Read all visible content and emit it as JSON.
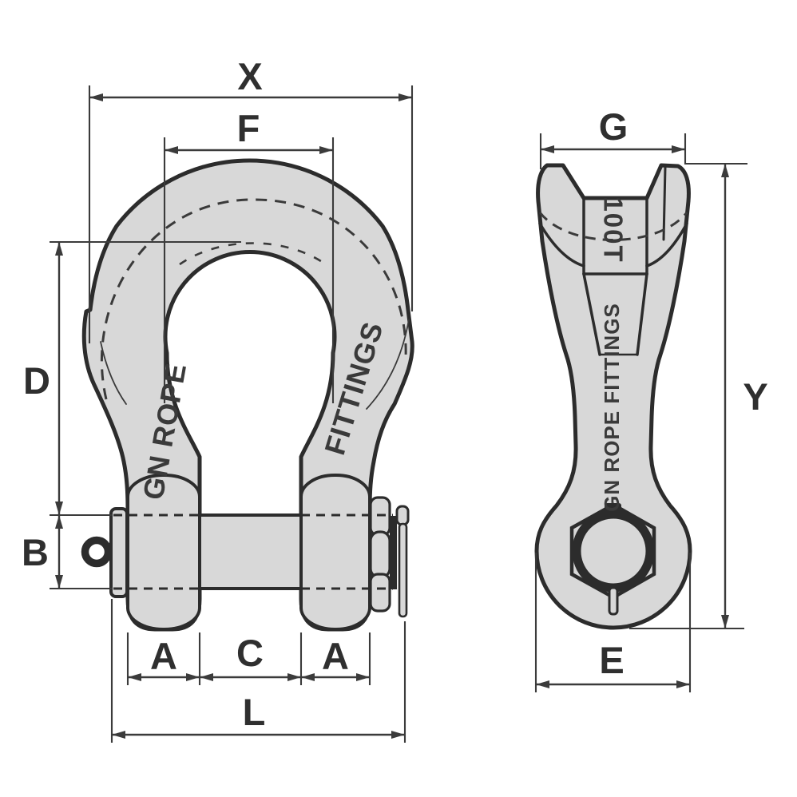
{
  "drawing": {
    "type": "technical dimensional drawing of a bow shackle (safety pin anchor shackle), front view and side view",
    "colors": {
      "background": "#ffffff",
      "body_fill": "#d8d8d8",
      "outline": "#2c2c2c",
      "dimension_lines": "#3b3b3b",
      "label_text": "#2f2f2f"
    },
    "front_view": {
      "dims": {
        "outer_width": "X",
        "inner_width": "F",
        "inner_length": "D",
        "pin_diameter": "B",
        "leg_width_left": "A",
        "jaw_opening": "C",
        "leg_width_right": "A",
        "overall_pin_length": "L"
      },
      "markings": {
        "left_leg": "GN ROPE",
        "right_leg": "FITTINGS"
      }
    },
    "side_view": {
      "dims": {
        "bow_section_width": "G",
        "overall_length": "Y",
        "eye_outer_diameter": "E"
      },
      "markings": {
        "capacity": "100T",
        "shank": "GN ROPE FITTINGS"
      }
    }
  }
}
